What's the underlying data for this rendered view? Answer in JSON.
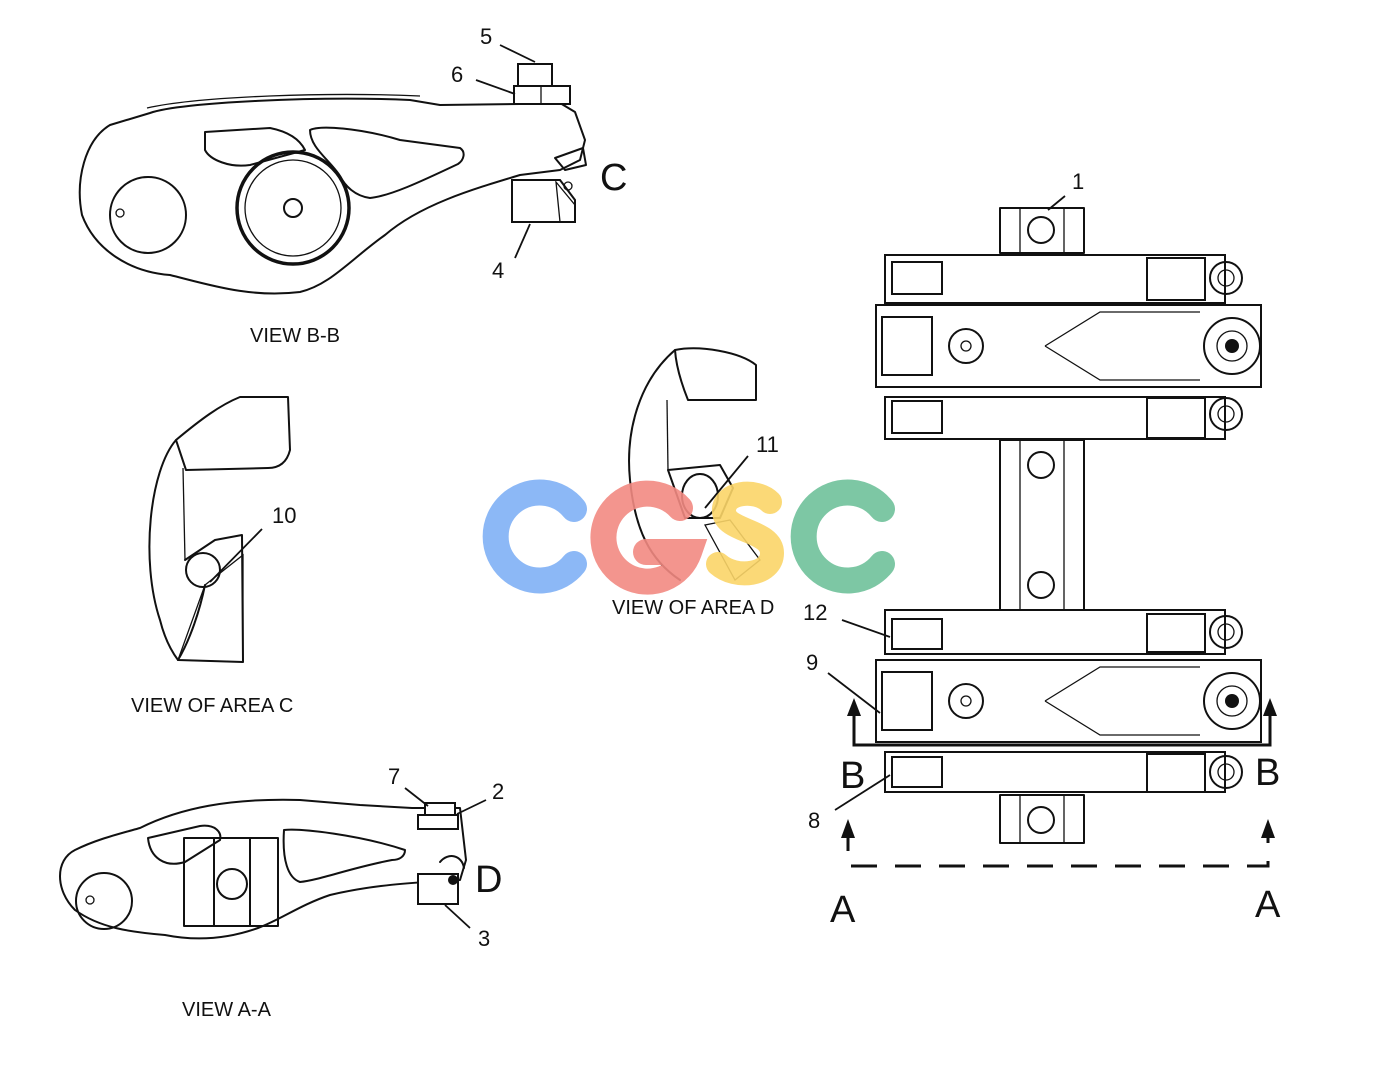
{
  "captions": {
    "view_bb": "VIEW B-B",
    "view_area_c": "VIEW OF AREA C",
    "view_aa": "VIEW A-A",
    "view_area_d": "VIEW OF AREA D"
  },
  "callouts": {
    "c1": "1",
    "c2": "2",
    "c3": "3",
    "c4": "4",
    "c5": "5",
    "c6": "6",
    "c7": "7",
    "c8": "8",
    "c9": "9",
    "c10": "10",
    "c11": "11",
    "c12": "12"
  },
  "markers": {
    "c_letter": "C",
    "d_letter": "D",
    "section_b_left": "B",
    "section_b_right": "B",
    "section_a_left": "A",
    "section_a_right": "A"
  },
  "watermark": {
    "text": "CGSC",
    "colors": [
      "#7fb0f5",
      "#f28a82",
      "#fbd568",
      "#6fc19a"
    ]
  }
}
